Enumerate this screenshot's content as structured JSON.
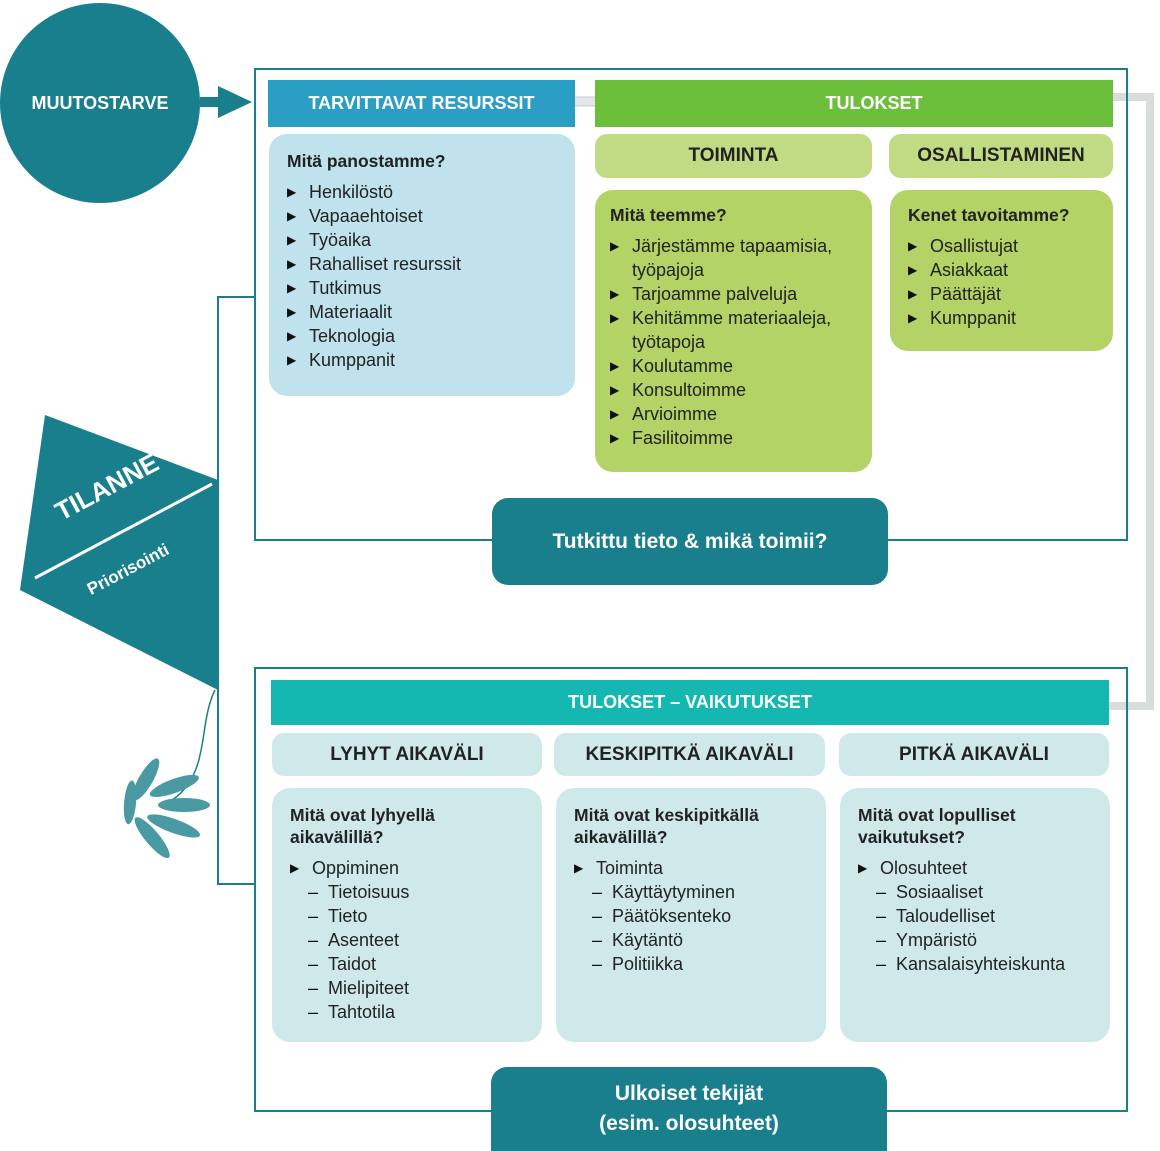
{
  "muutostarve": "MUUTOSTARVE",
  "tilanne": {
    "title": "TILANNE",
    "subtitle": "Priorisointi"
  },
  "resources": {
    "header": "TARVITTAVAT RESURSSIT",
    "question": "Mitä panostamme?",
    "items": [
      "Henkilöstö",
      "Vapaaehtoiset",
      "Työaika",
      "Rahalliset resurssit",
      "Tutkimus",
      "Materiaalit",
      "Teknologia",
      "Kumppanit"
    ]
  },
  "results": {
    "header": "TULOKSET"
  },
  "toiminta": {
    "header": "TOIMINTA",
    "question": "Mitä teemme?",
    "items": [
      "Järjestämme tapaamisia, työpajoja",
      "Tarjoamme palveluja",
      "Kehitämme materiaaleja, työtapoja",
      "Koulutamme",
      "Konsultoimme",
      "Arvioimme",
      "Fasilitoimme"
    ]
  },
  "osallistaminen": {
    "header": "OSALLISTAMINEN",
    "question": "Kenet tavoitamme?",
    "items": [
      "Osallistujat",
      "Asiakkaat",
      "Päättäjät",
      "Kumppanit"
    ]
  },
  "research_pill": "Tutkittu tieto & mikä toimii?",
  "impacts": {
    "header": "TULOKSET – VAIKUTUKSET"
  },
  "short_term": {
    "header": "LYHYT AIKAVÄLI",
    "question": "Mitä ovat lyhyellä aikavälillä?",
    "main": "Oppiminen",
    "subs": [
      "Tietoisuus",
      "Tieto",
      "Asenteet",
      "Taidot",
      "Mielipiteet",
      "Tahtotila"
    ]
  },
  "mid_term": {
    "header": "KESKIPITKÄ AIKAVÄLI",
    "question": "Mitä ovat keskipitkällä aikavälillä?",
    "main": "Toiminta",
    "subs": [
      "Käyttäytyminen",
      "Päätöksenteko",
      "Käytäntö",
      "Politiikka"
    ]
  },
  "long_term": {
    "header": "PITKÄ AIKAVÄLI",
    "question": "Mitä ovat lopulliset vaikutukset?",
    "main": "Olosuhteet",
    "subs": [
      "Sosiaaliset",
      "Taloudelliset",
      "Ympäristö",
      "Kansalaisyhteiskunta"
    ]
  },
  "external": {
    "line1": "Ulkoiset tekijät",
    "line2": "(esim. olosuhteet)"
  },
  "colors": {
    "teal_dark": "#1a7f8c",
    "teal_mid": "#14b8b0",
    "blue_header": "#2a9ec4",
    "blue_box": "#bfe2ec",
    "green_header": "#6bbf3a",
    "green_light": "#c1db84",
    "green_box": "#b3d366",
    "teal_light": "#cfe9ea",
    "arrow_grey": "#d9dcdd"
  }
}
